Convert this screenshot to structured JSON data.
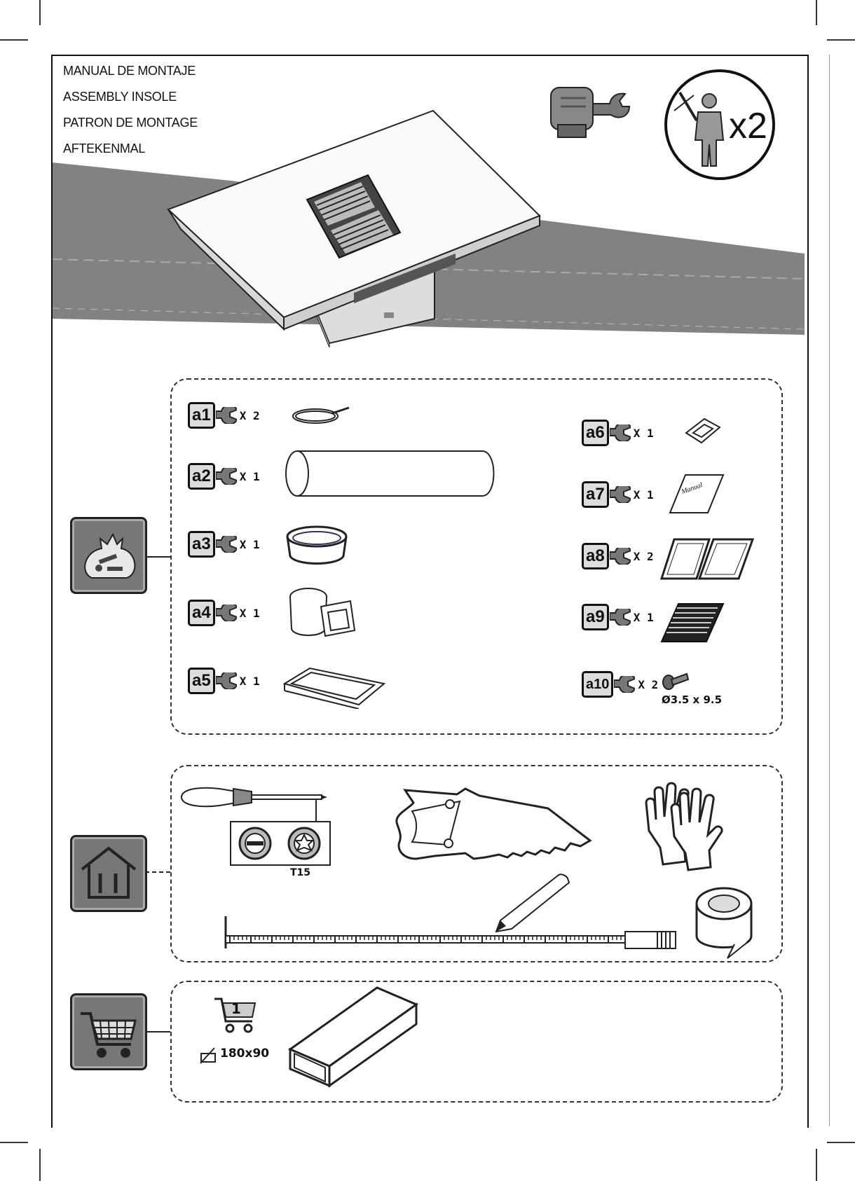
{
  "header": {
    "titles": [
      "MANUAL DE MONTAJE",
      "ASSEMBLY INSOLE",
      "PATRON DE MONTAGE",
      "AFTEKENMAL"
    ],
    "persons_label": "x2"
  },
  "parts": [
    {
      "id": "a1",
      "qty": "X 2"
    },
    {
      "id": "a2",
      "qty": "X 1"
    },
    {
      "id": "a3",
      "qty": "X 1"
    },
    {
      "id": "a4",
      "qty": "X 1"
    },
    {
      "id": "a5",
      "qty": "X 1"
    },
    {
      "id": "a6",
      "qty": "X 1"
    },
    {
      "id": "a7",
      "qty": "X 1",
      "manual_label": "Manual"
    },
    {
      "id": "a8",
      "qty": "X 2"
    },
    {
      "id": "a9",
      "qty": "X 1"
    },
    {
      "id": "a10",
      "qty": "X 2",
      "size": "Ø3.5 x 9.5"
    }
  ],
  "tools": {
    "torx_label": "T15"
  },
  "purchase": {
    "cart_count": "1",
    "duct_size": "180x90"
  },
  "icons": [
    "hood-wrench-icon",
    "two-person-icon",
    "wrench-icon",
    "parts-bag-icon",
    "toolbox-house-icon",
    "shopping-cart-icon"
  ]
}
